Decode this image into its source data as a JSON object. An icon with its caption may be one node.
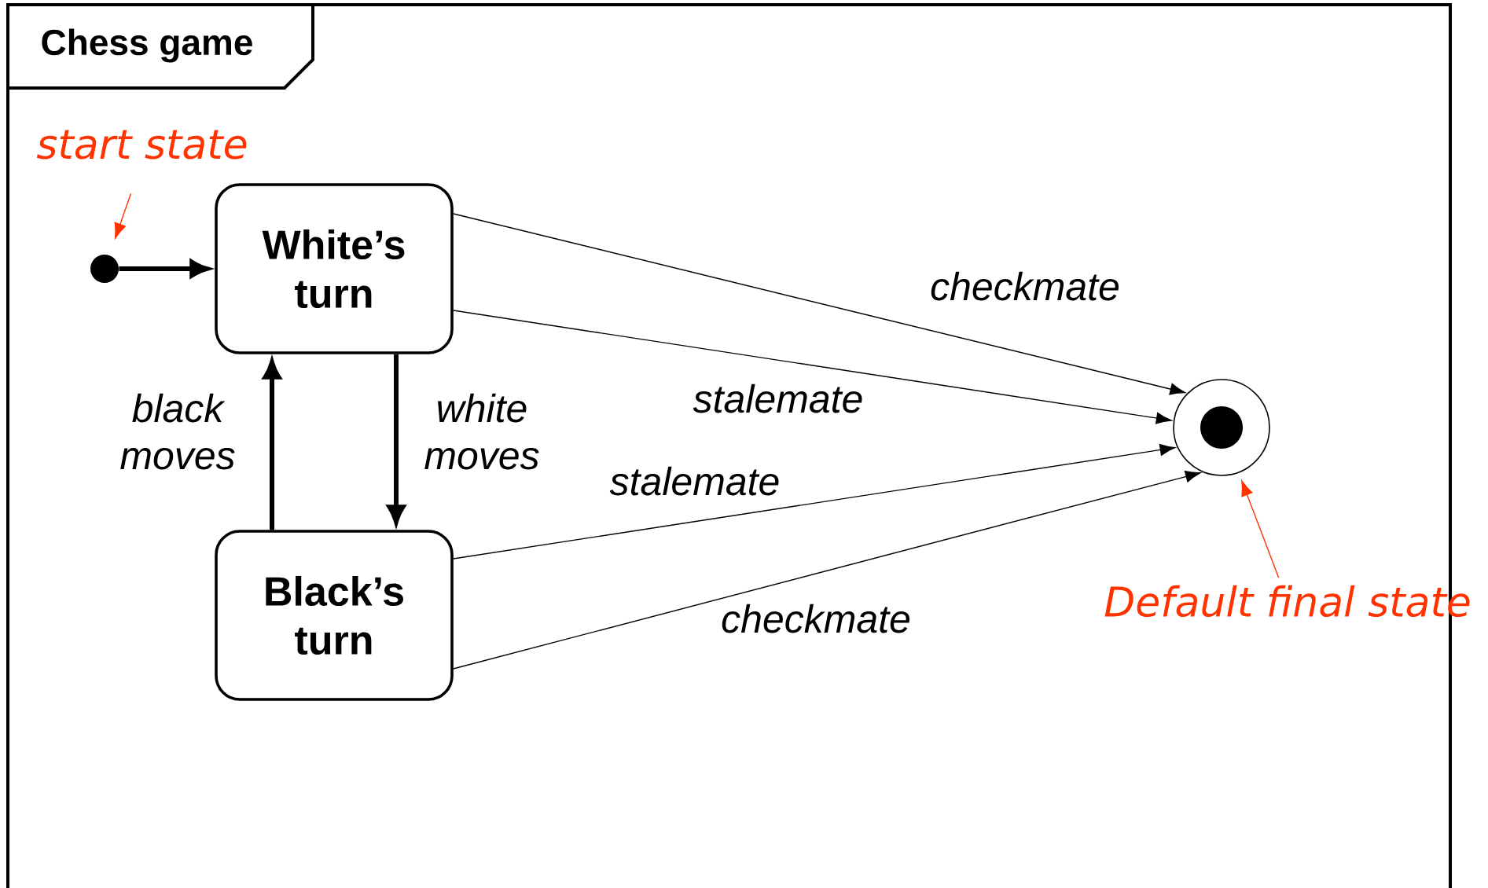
{
  "diagram": {
    "title": "Chess game",
    "nodes": [
      {
        "text": [
          "start state"
        ]
      },
      {
        "text": [],
        "shape": "dot"
      },
      {
        "text": [
          "White’s turn"
        ]
      },
      {
        "text": [
          "Black’s turn"
        ]
      },
      {
        "text": [],
        "shape": "bullseye"
      },
      {
        "text": [
          "Default final state"
        ]
      }
    ],
    "edges": [
      {
        "from": 0,
        "to": 1,
        "arrow": "to",
        "color": "#ff3300"
      },
      {
        "from": 1,
        "to": 2,
        "arrow": "to",
        "style": "thick"
      },
      {
        "from": 2,
        "to": 3,
        "arrow": "to",
        "style": "thick",
        "label": "white moves"
      },
      {
        "from": 3,
        "to": 2,
        "arrow": "to",
        "style": "thick",
        "label": "black moves"
      },
      {
        "from": 2,
        "to": 4,
        "arrow": "to",
        "label": "checkmate"
      },
      {
        "from": 2,
        "to": 4,
        "arrow": "to",
        "label": "stalemate"
      },
      {
        "from": 3,
        "to": 4,
        "arrow": "to",
        "label": "stalemate"
      },
      {
        "from": 3,
        "to": 4,
        "arrow": "to",
        "label": "checkmate"
      },
      {
        "from": 5,
        "to": 4,
        "arrow": "to",
        "color": "#ff3300"
      }
    ]
  }
}
